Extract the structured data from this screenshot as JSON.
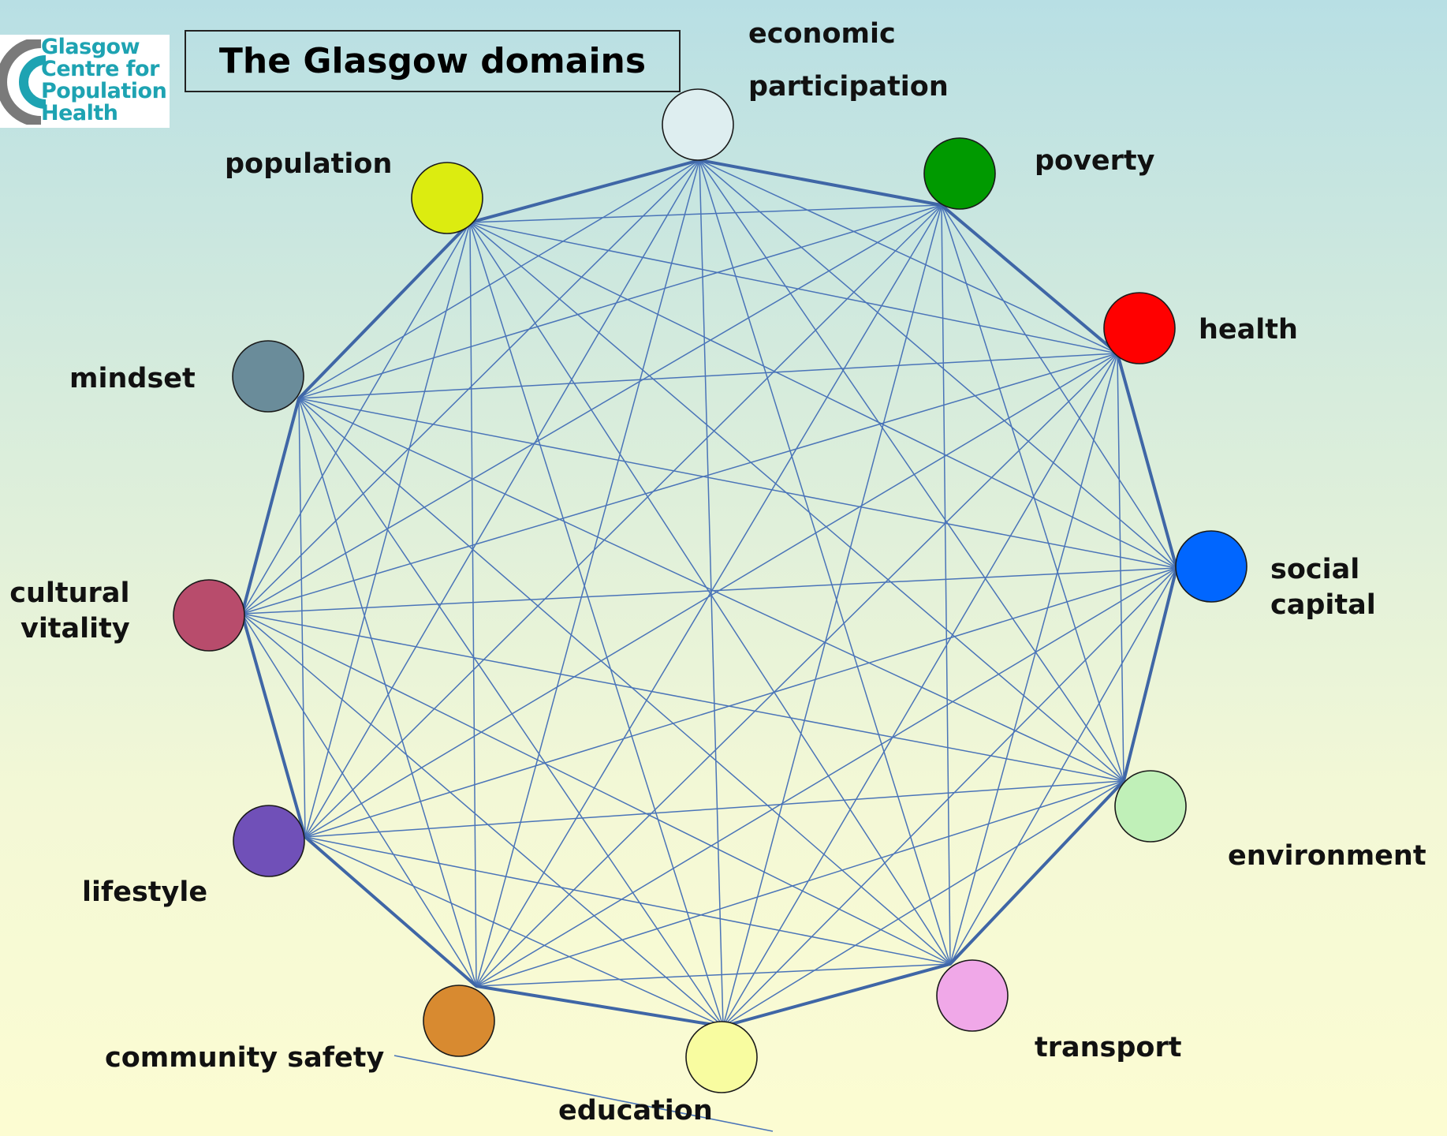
{
  "logo": {
    "lines": [
      "Glasgow",
      "Centre for",
      "Population",
      "Health"
    ],
    "colors": {
      "text": "#1ea3b2",
      "arc": "#7a7a7a"
    }
  },
  "title": "The Glasgow domains",
  "colors": {
    "edge": "#4a74b8",
    "outline": "#3f66a6",
    "node_border": "#1a1a1a"
  },
  "nodes": [
    {
      "id": "economic-participation",
      "lines": [
        "economic",
        "participation"
      ],
      "color": "#deeef0"
    },
    {
      "id": "poverty",
      "lines": [
        "poverty"
      ],
      "color": "#009a00"
    },
    {
      "id": "health",
      "lines": [
        "health"
      ],
      "color": "#ff0000"
    },
    {
      "id": "social-capital",
      "lines": [
        "social",
        "capital"
      ],
      "color": "#0066ff"
    },
    {
      "id": "environment",
      "lines": [
        "environment"
      ],
      "color": "#c0f0b8"
    },
    {
      "id": "transport",
      "lines": [
        "transport"
      ],
      "color": "#f0a8e8"
    },
    {
      "id": "education",
      "lines": [
        "education"
      ],
      "color": "#f8fca0"
    },
    {
      "id": "community-safety",
      "lines": [
        "community safety"
      ],
      "color": "#d88a30"
    },
    {
      "id": "lifestyle",
      "lines": [
        "lifestyle"
      ],
      "color": "#7050b8"
    },
    {
      "id": "cultural-vitality",
      "lines": [
        "cultural",
        "vitality"
      ],
      "color": "#b84c6c"
    },
    {
      "id": "mindset",
      "lines": [
        "mindset"
      ],
      "color": "#6a8c9a"
    },
    {
      "id": "population",
      "lines": [
        "population"
      ],
      "color": "#dcec10"
    }
  ]
}
